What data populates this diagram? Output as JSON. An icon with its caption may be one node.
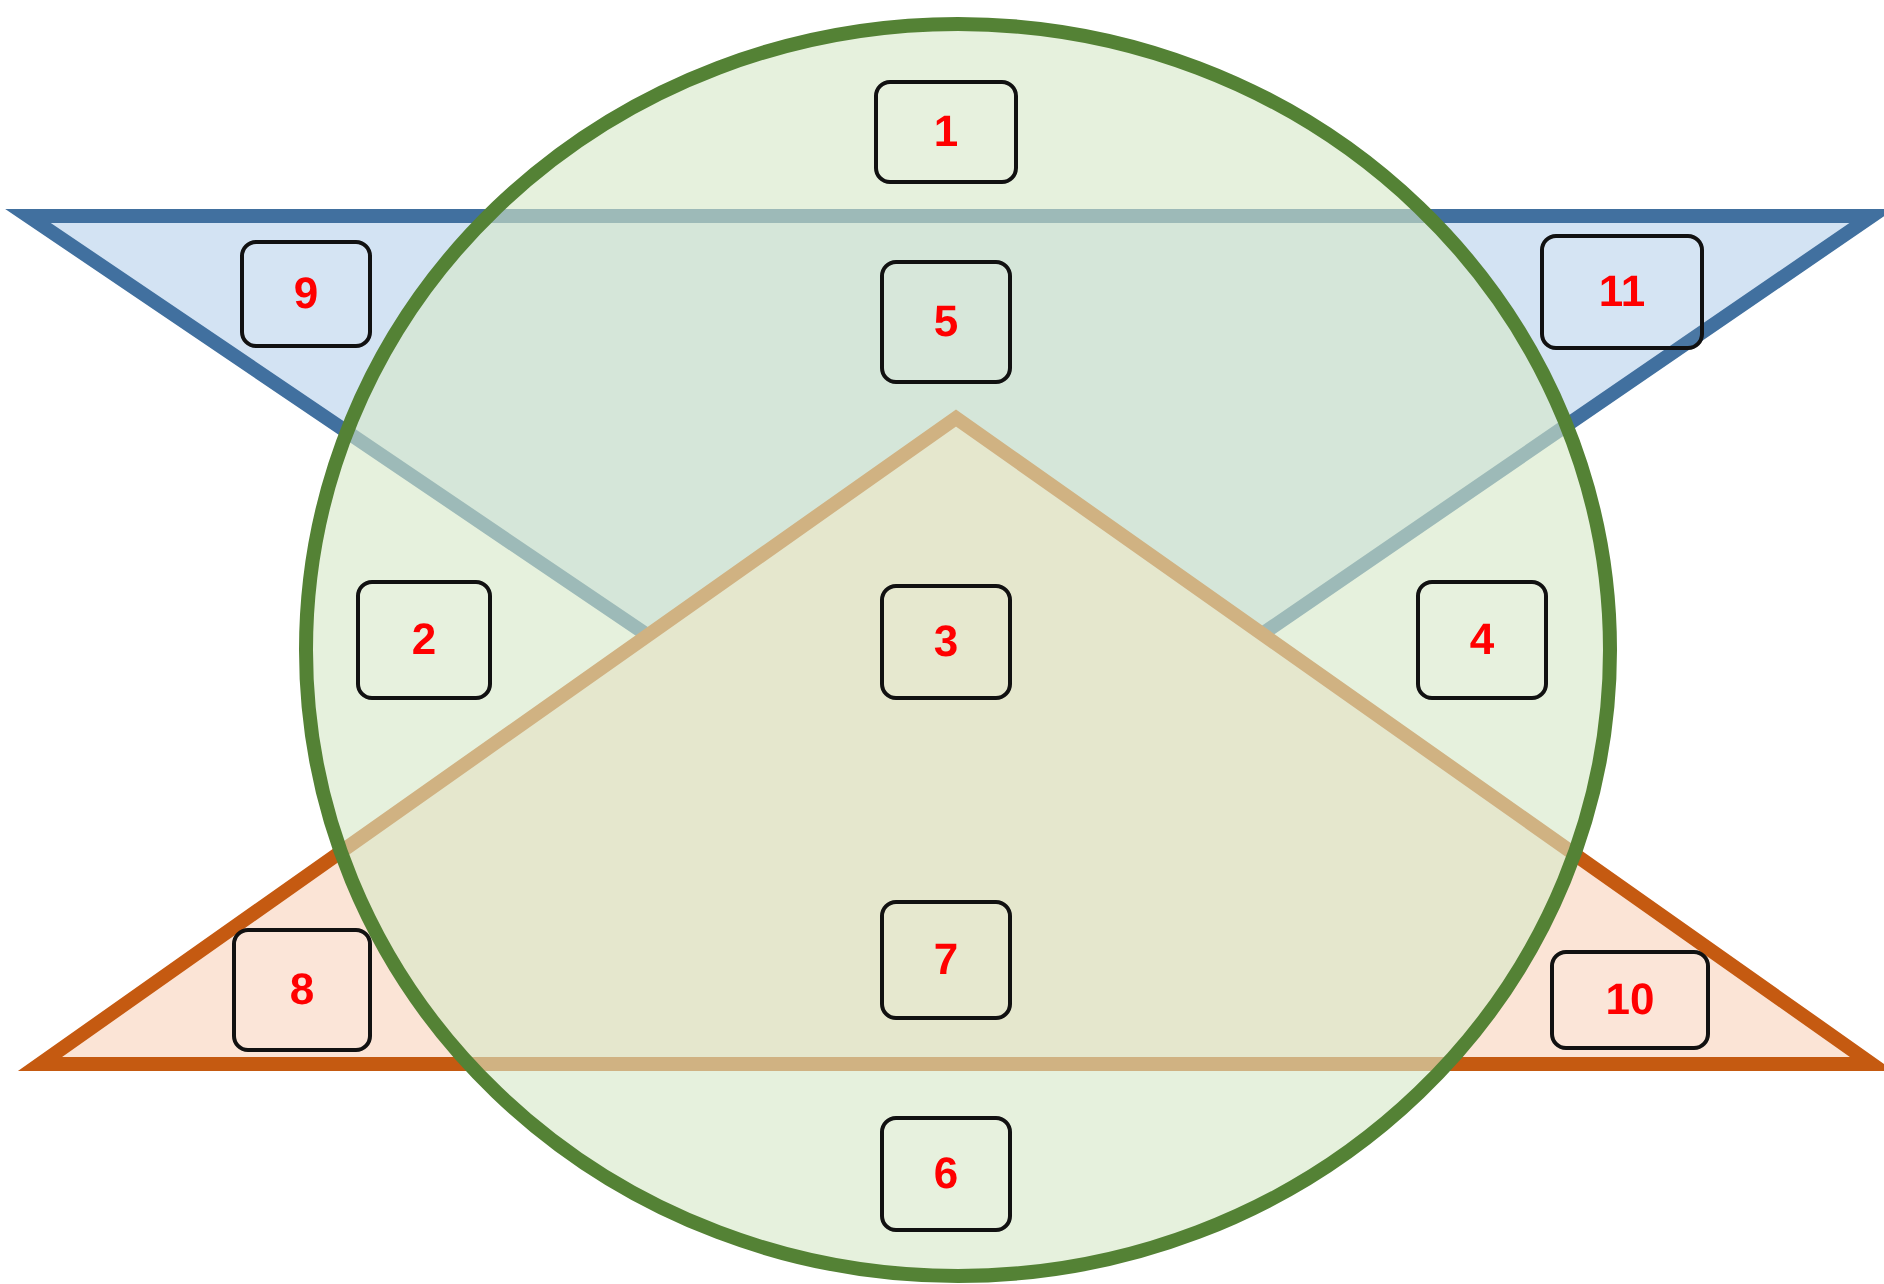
{
  "diagram": {
    "nodes": [
      {
        "text": [
          "1"
        ]
      },
      {
        "text": [
          "9"
        ]
      },
      {
        "text": [
          "5"
        ]
      },
      {
        "text": [
          "11"
        ]
      },
      {
        "text": [
          "2"
        ]
      },
      {
        "text": [
          "3"
        ]
      },
      {
        "text": [
          "4"
        ]
      },
      {
        "text": [
          "8"
        ]
      },
      {
        "text": [
          "7"
        ]
      },
      {
        "text": [
          "10"
        ]
      },
      {
        "text": [
          "6"
        ]
      }
    ]
  }
}
